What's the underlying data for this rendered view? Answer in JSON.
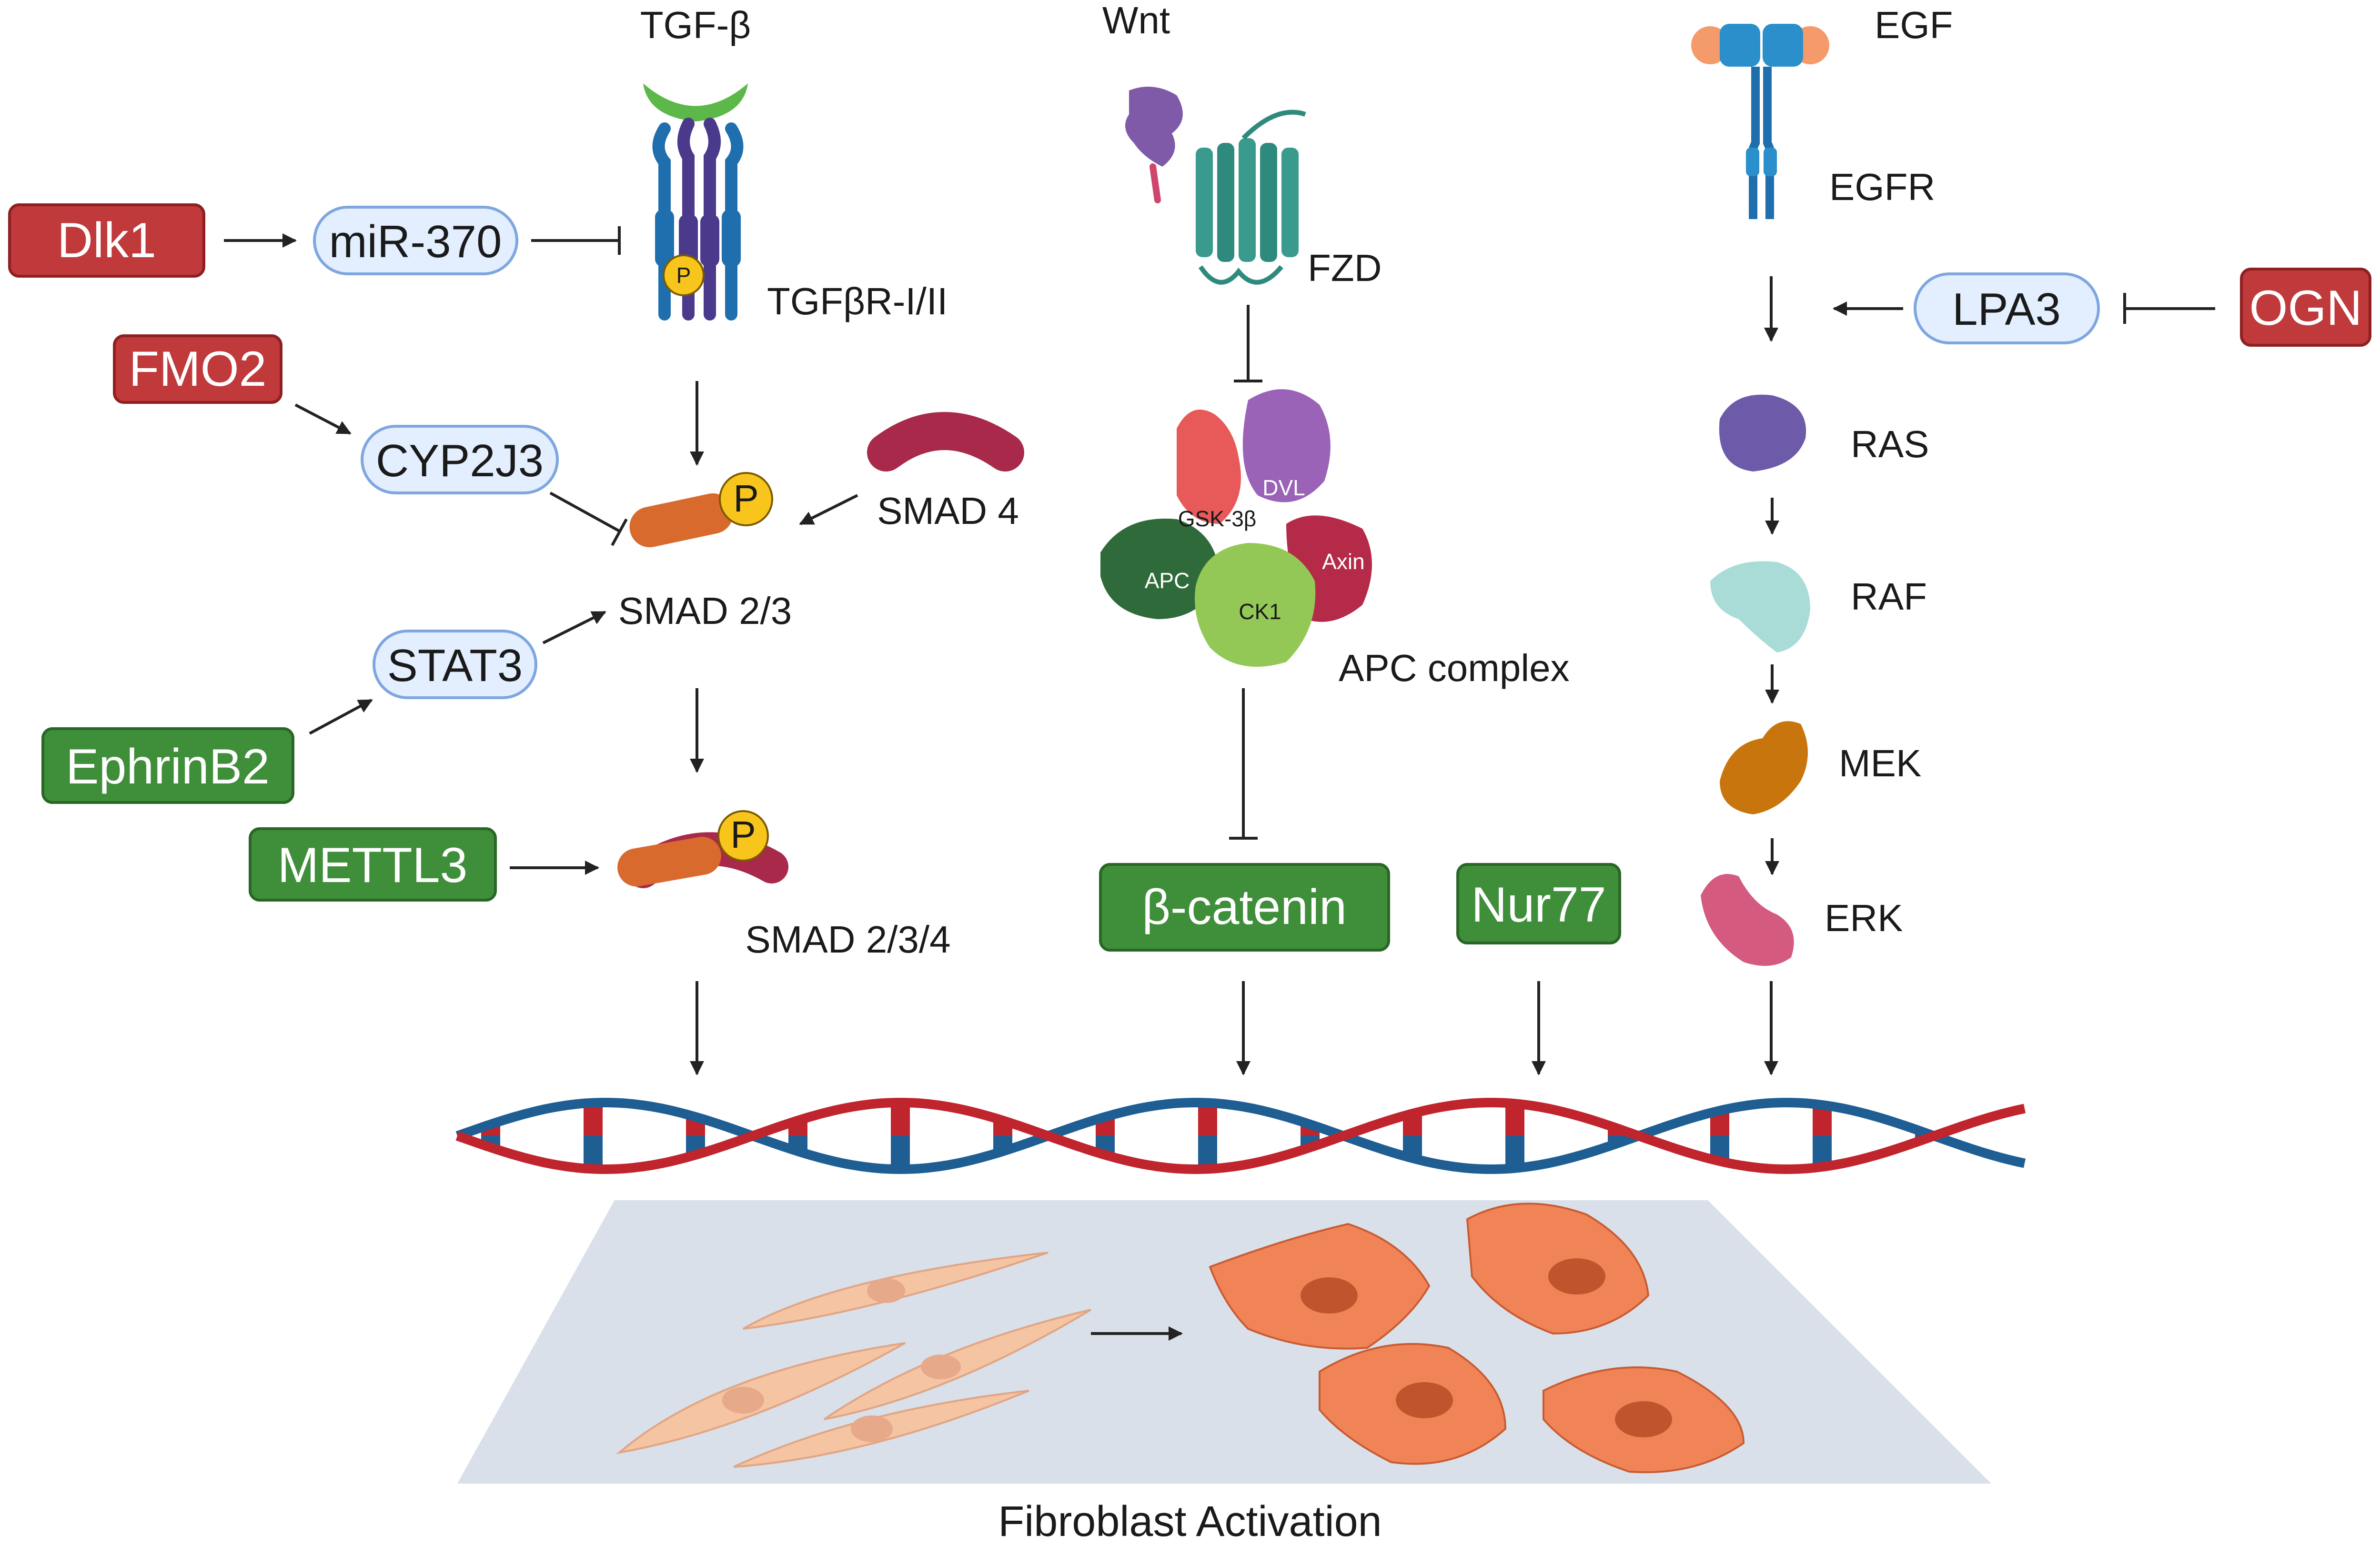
{
  "colors": {
    "red_box": "#c0393b",
    "green_box": "#3f8f3a",
    "pill_fill": "#e3efff",
    "pill_stroke": "#7ea6df",
    "dna_red": "#c0242c",
    "dna_blue": "#1f5e93",
    "floor": "#d9e0ea",
    "fibroblast_rest": "#f4c4a3",
    "fibroblast_active": "#f08457"
  },
  "tgfb": {
    "ligand": "TGF-β",
    "receptor": "TGFβR-I/II",
    "phospho": "P",
    "smad23": "SMAD 2/3",
    "smad4": "SMAD 4",
    "smad234": "SMAD 2/3/4"
  },
  "wnt": {
    "ligand": "Wnt",
    "receptor": "FZD",
    "complex": "APC complex",
    "dvl": "DVL",
    "gsk": "GSK-3β",
    "apc": "APC",
    "axin": "Axin",
    "ck1": "CK1"
  },
  "egf": {
    "ligand": "EGF",
    "receptor": "EGFR",
    "ras": "RAS",
    "raf": "RAF",
    "mek": "MEK",
    "erk": "ERK"
  },
  "regulators": {
    "dlk1": "Dlk1",
    "mir370": "miR-370",
    "fmo2": "FMO2",
    "cyp2j3": "CYP2J3",
    "stat3": "STAT3",
    "ephrinb2": "EphrinB2",
    "mettl3": "METTL3",
    "beta_catenin": "β-catenin",
    "nur77": "Nur77",
    "lpa3": "LPA3",
    "ogn": "OGN"
  },
  "footer": {
    "title": "Fibroblast Activation"
  }
}
